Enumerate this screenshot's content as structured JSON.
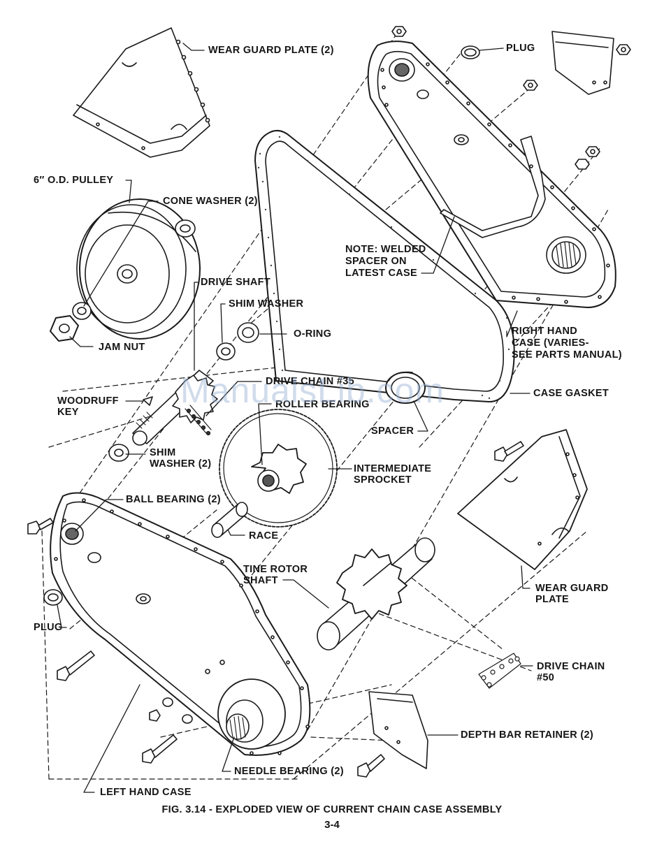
{
  "labels": {
    "wear_guard_plate_2": "WEAR GUARD PLATE (2)",
    "plug_top": "PLUG",
    "pulley": "6″ O.D. PULLEY",
    "cone_washer": "CONE WASHER (2)",
    "drive_shaft": "DRIVE SHAFT",
    "shim_washer": "SHIM WASHER",
    "o_ring": "O-RING",
    "jam_nut": "JAM NUT",
    "note_line1": "NOTE: WELDED",
    "note_line2": "SPACER ON",
    "note_line3": "LATEST CASE",
    "right_case_line1": "RIGHT HAND",
    "right_case_line2": "CASE (VARIES-",
    "right_case_line3": "SEE PARTS MANUAL)",
    "drive_chain_35": "DRIVE CHAIN #35",
    "roller_bearing": "ROLLER BEARING",
    "case_gasket": "CASE GASKET",
    "woodruff_line1": "WOODRUFF",
    "woodruff_line2": "KEY",
    "spacer": "SPACER",
    "shim_washer_2_line1": "SHIM",
    "shim_washer_2_line2": "WASHER (2)",
    "intermediate_line1": "INTERMEDIATE",
    "intermediate_line2": "SPROCKET",
    "ball_bearing": "BALL BEARING (2)",
    "race": "RACE",
    "tine_rotor_line1": "TINE ROTOR",
    "tine_rotor_line2": "SHAFT",
    "wear_guard_line1": "WEAR GUARD",
    "wear_guard_line2": "PLATE",
    "plug_left": "PLUG",
    "drive_chain_50_line1": "DRIVE CHAIN",
    "drive_chain_50_line2": "#50",
    "depth_bar": "DEPTH BAR RETAINER (2)",
    "needle_bearing": "NEEDLE BEARING (2)",
    "left_case": "LEFT HAND CASE"
  },
  "caption": "FIG. 3.14 - EXPLODED VIEW OF CURRENT CHAIN CASE ASSEMBLY",
  "page_number": "3-4",
  "watermark": "ManualsLib.com"
}
